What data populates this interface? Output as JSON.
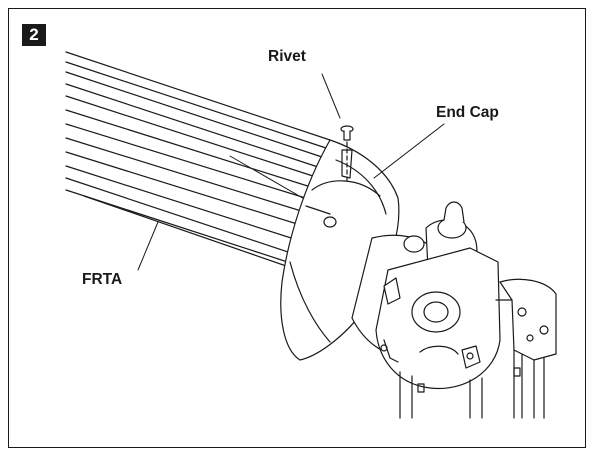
{
  "step": {
    "number": "2"
  },
  "labels": {
    "rivet": "Rivet",
    "end_cap": "End Cap",
    "frta": "FRTA"
  },
  "colors": {
    "line": "#1a1a1a",
    "background": "#ffffff"
  }
}
